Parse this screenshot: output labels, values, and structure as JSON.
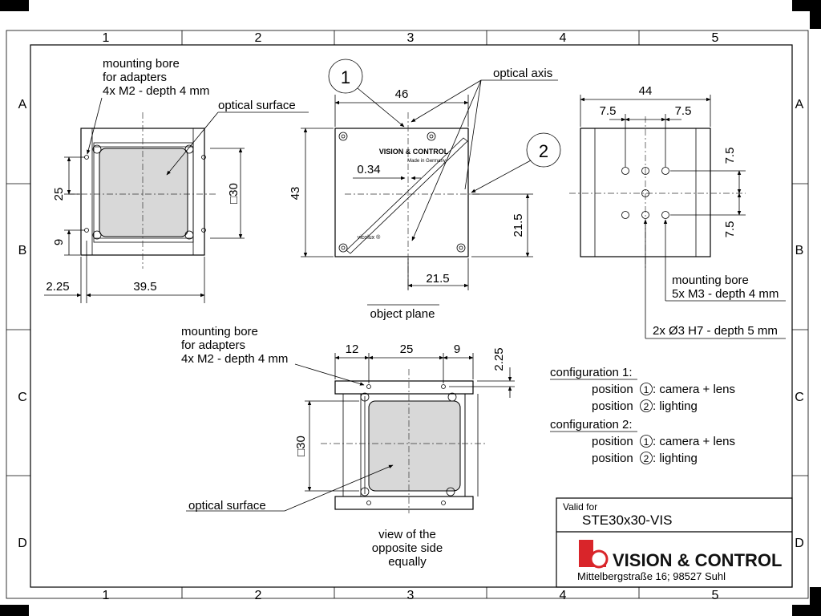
{
  "grid": {
    "columns": [
      "1",
      "2",
      "3",
      "4",
      "5"
    ],
    "rows": [
      "A",
      "B",
      "C",
      "D"
    ]
  },
  "view_left": {
    "bore_label": [
      "mounting bore",
      "for adapters",
      "4x M2 - depth 4 mm"
    ],
    "surface_label": "optical surface",
    "dim_25": "25",
    "dim_9": "9",
    "dim_sq30": "□30",
    "dim_2_25": "2.25",
    "dim_39_5": "39.5"
  },
  "view_center": {
    "callout_1": "1",
    "callout_2": "2",
    "optical_axis": "optical axis",
    "dim_46": "46",
    "dim_43": "43",
    "dim_0_34": "0.34",
    "dim_21_5_v": "21.5",
    "dim_21_5_h": "21.5",
    "brand_print": "VISION & CONTROL",
    "made_in": "Made in Germany",
    "vicolux": "vicolux ®",
    "object_plane": "object plane"
  },
  "view_right": {
    "dim_44": "44",
    "dim_7_5_a": "7.5",
    "dim_7_5_b": "7.5",
    "dim_7_5_c": "7.5",
    "dim_7_5_d": "7.5",
    "bore_label": [
      "mounting bore",
      "5x M3 - depth 4 mm"
    ],
    "pin_label": "2x Ø3 H7 - depth 5 mm"
  },
  "view_bottom": {
    "bore_label": [
      "mounting bore",
      "for adapters",
      "4x M2 - depth 4 mm"
    ],
    "dim_12": "12",
    "dim_25": "25",
    "dim_9": "9",
    "dim_2_25": "2.25",
    "dim_sq30": "□30",
    "surface_label": "optical surface",
    "opposite_note": [
      "view of the",
      "opposite side",
      "equally"
    ]
  },
  "configurations": [
    {
      "title": "configuration 1:",
      "lines": [
        {
          "prefix": "position",
          "num": "1",
          "text": ": camera + lens"
        },
        {
          "prefix": "position",
          "num": "2",
          "text": ": lighting"
        }
      ]
    },
    {
      "title": "configuration 2:",
      "lines": [
        {
          "prefix": "position",
          "num": "1",
          "text": ": camera + lens"
        },
        {
          "prefix": "position",
          "num": "2",
          "text": ": lighting"
        }
      ]
    }
  ],
  "title_block": {
    "valid_for_label": "Valid for",
    "product": "STE30x30-VIS",
    "company": "VISION & CONTROL",
    "address": "Mittelbergstraße 16; 98527 Suhl"
  },
  "colors": {
    "logo_red": "#d9252a",
    "face_gray": "#d8d8d8"
  }
}
